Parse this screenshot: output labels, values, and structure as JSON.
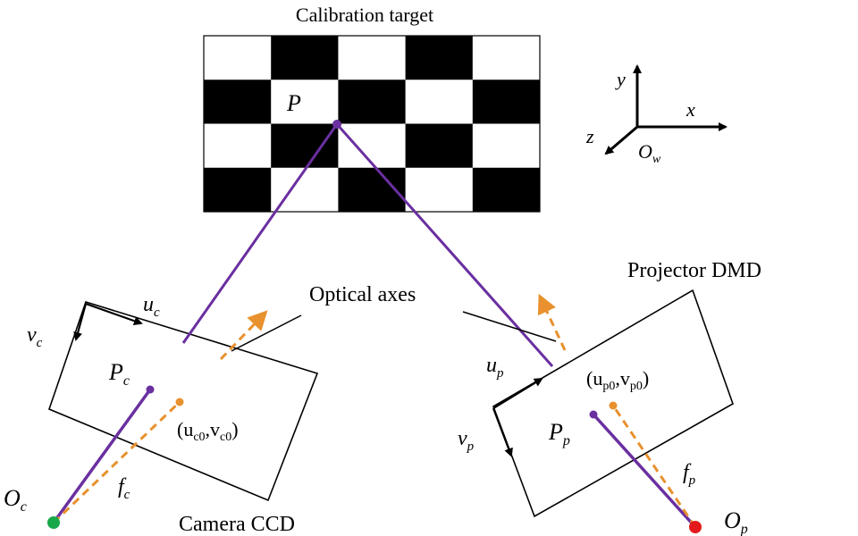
{
  "title": "Calibration target",
  "labels": {
    "target_point": "P",
    "world_axes": {
      "y": "y",
      "x": "x",
      "z": "z",
      "origin": "O",
      "origin_sub": "w"
    },
    "optical_axes": "Optical axes",
    "projector_title": "Projector DMD",
    "camera_title": "Camera CCD",
    "camera": {
      "u": "u",
      "u_sub": "c",
      "v": "v",
      "v_sub": "c",
      "point": "P",
      "point_sub": "c",
      "principal": "(u",
      "principal_sub1": "c0",
      "principal_mid": ",v",
      "principal_sub2": "c0",
      "principal_end": ")",
      "focal": "f",
      "focal_sub": "c",
      "origin": "O",
      "origin_sub": "c"
    },
    "projector": {
      "u": "u",
      "u_sub": "p",
      "v": "v",
      "v_sub": "p",
      "point": "P",
      "point_sub": "p",
      "principal": "(u",
      "principal_sub1": "p0",
      "principal_mid": ",v",
      "principal_sub2": "p0",
      "principal_end": ")",
      "focal": "f",
      "focal_sub": "p",
      "origin": "O",
      "origin_sub": "p"
    }
  },
  "checkerboard": {
    "rows": 4,
    "cols": 5
  },
  "colors": {
    "ray": "#6a2fa0",
    "axis_arrow": "#e8912e",
    "camera_origin": "#18a84a",
    "projector_origin": "#e3191c",
    "ink": "#000000"
  }
}
